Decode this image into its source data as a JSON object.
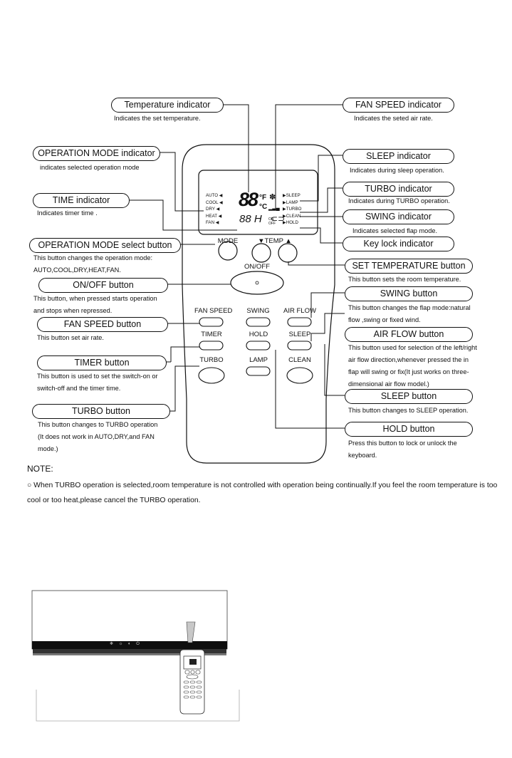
{
  "callouts": {
    "temperature_indicator": {
      "title": "Temperature indicator",
      "desc": "Indicates the set temperature."
    },
    "fan_speed_indicator": {
      "title": "FAN SPEED  indicator",
      "desc": "Indicates the seted air rate."
    },
    "operation_mode_indicator": {
      "title": "OPERATION MODE indicator",
      "desc": "indicates selected operation mode"
    },
    "sleep_indicator": {
      "title": "SLEEP  indicator",
      "desc": "Indicates during sleep operation."
    },
    "turbo_indicator": {
      "title": "TURBO indicator",
      "desc": "Indicates during TURBO operation."
    },
    "time_indicator": {
      "title": "TIME indicator",
      "desc": "Indicates timer time ."
    },
    "swing_indicator": {
      "title": "SWING indicator",
      "desc": "Indicates selected flap mode."
    },
    "key_lock_indicator": {
      "title": "Key lock  indicator"
    },
    "operation_mode_button": {
      "title": "OPERATION MODE select button",
      "desc_lines": [
        "This button changes  the operation mode:",
        "AUTO,COOL,DRY,HEAT,FAN."
      ]
    },
    "set_temperature_button": {
      "title": "SET TEMPERATURE button",
      "desc": "This button sets the room temperature."
    },
    "onoff_button": {
      "title": "ON/OFF button",
      "desc_lines": [
        "This button, when pressed starts operation",
        "and stops when repressed."
      ]
    },
    "swing_button": {
      "title": "SWING button",
      "desc_lines": [
        "This button changes the flap mode:natural",
        "flow  ,swing or fixed wind."
      ]
    },
    "fan_speed_button": {
      "title": "FAN SPEED  button",
      "desc": "This button set air rate."
    },
    "air_flow_button": {
      "title": "AIR FLOW  button",
      "desc_lines": [
        "This button used for selection of the left/right",
        "air flow direction,whenever pressed the in",
        "flap will swing or fix(It just works on three-",
        "dimensional air flow model.)"
      ]
    },
    "timer_button": {
      "title": "TIMER  button",
      "desc_lines": [
        "This button is used to set the switch-on or",
        "switch-off and the timer time."
      ]
    },
    "sleep_button": {
      "title": "SLEEP button",
      "desc": "This button changes to SLEEP operation."
    },
    "turbo_button": {
      "title": "TURBO  button",
      "desc_lines": [
        "This button changes to TURBO operation",
        "(It does not work in AUTO,DRY,and FAN",
        "mode.)"
      ]
    },
    "hold_button": {
      "title": "HOLD button",
      "desc_lines": [
        "Press this button to lock or unlock the",
        "keyboard."
      ]
    }
  },
  "remote": {
    "lcd_modes": [
      "AUTO",
      "COOL",
      "DRY",
      "HEAT",
      "FAN"
    ],
    "lcd_right": [
      "SLEEP",
      "LAMP",
      "TURBO",
      "CLEAN",
      "HOLD"
    ],
    "lcd_temp_digits": "88",
    "lcd_unit_f": "°F",
    "lcd_unit_c": "°C",
    "lcd_time_digits": "88",
    "lcd_time_unit": "H",
    "lcd_on": "ON",
    "lcd_off": "OFF",
    "button_labels": {
      "mode": "MODE",
      "temp": "▼TEMP  ▲",
      "onoff": "ON/OFF",
      "fan_speed": "FAN SPEED",
      "swing": "SWING",
      "air_flow": "AIR FLOW",
      "timer": "TIMER",
      "hold": "HOLD",
      "sleep": "SLEEP",
      "turbo": "TURBO",
      "lamp": "LAMP",
      "clean": "CLEAN"
    }
  },
  "note": {
    "title": "NOTE:",
    "bullet": "○",
    "text": "When TURBO operation is selected,room temperature is not controlled with operation being continually.If you feel the room temperature is too cool or too heat,please cancel the TURBO operation."
  },
  "unit_illustration": {
    "display_symbols": "❄ ☼ ◐ ⏻"
  }
}
